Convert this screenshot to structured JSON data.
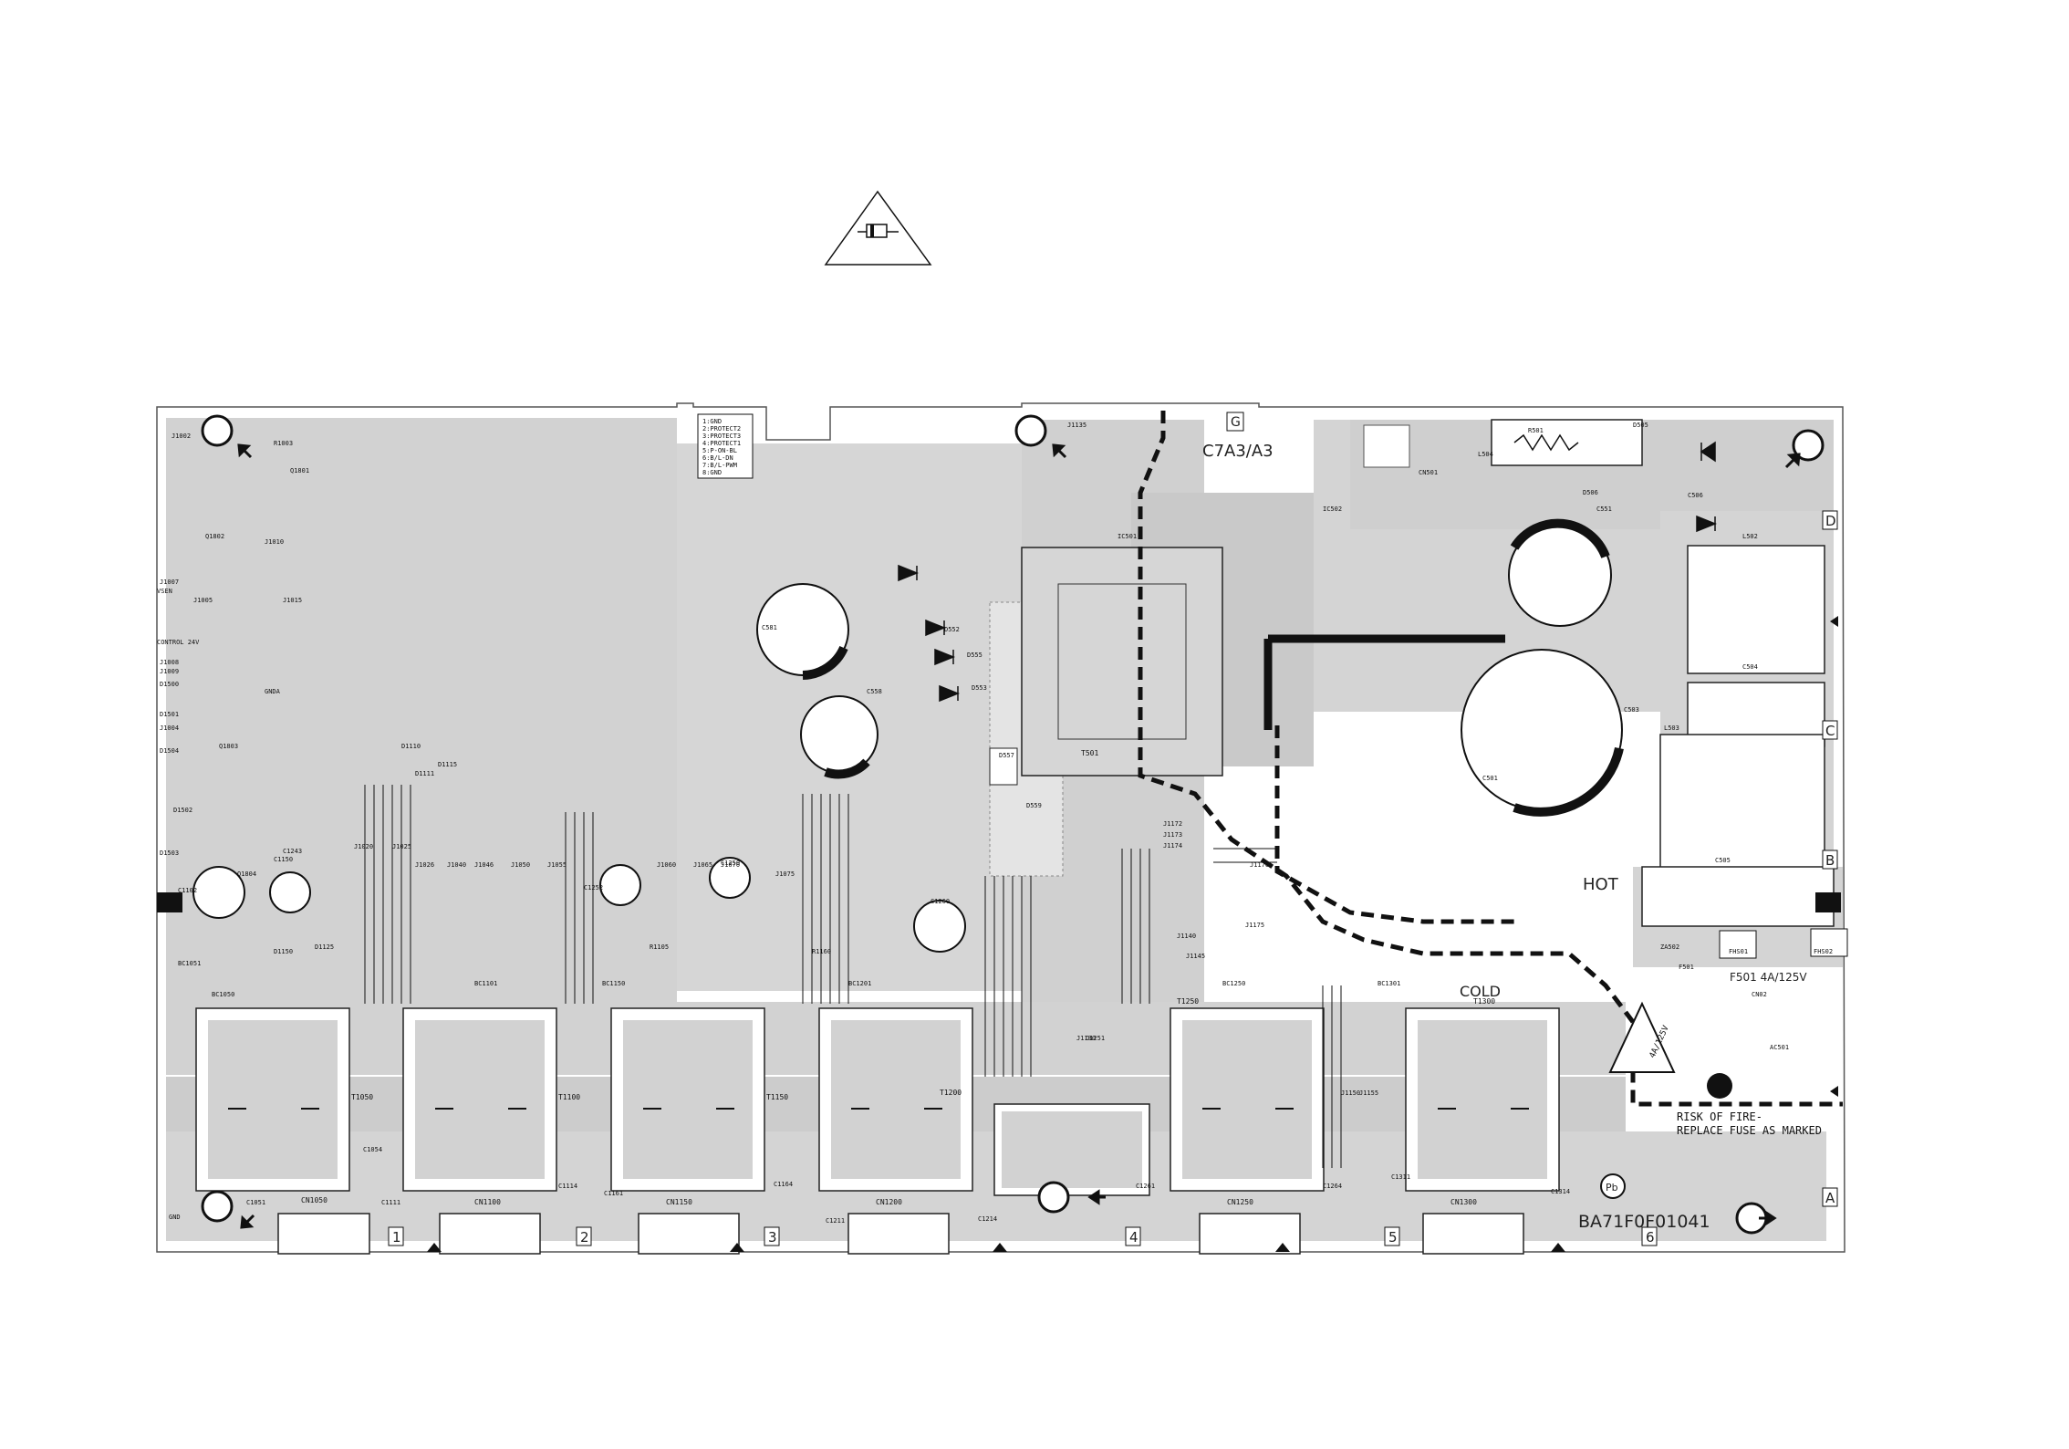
{
  "board": {
    "code": "C7A3/A3",
    "board_id": "BA71F0F01041",
    "section_letter": "G",
    "hot_label": "HOT",
    "cold_label": "COLD",
    "fuse_rating": "F501 4A/125V",
    "fuse_symbol_text": "4A/125V",
    "warning": [
      "RISK OF FIRE-",
      "REPLACE FUSE AS MARKED"
    ],
    "pb_mark": "Pb"
  },
  "protect_table": [
    "1:GND",
    "2:PROTECT2",
    "3:PROTECT3",
    "4:PROTECT1",
    "5:P-ON-BL",
    "6:B/L-DN",
    "7:B/L-PWM",
    "8:GND"
  ],
  "edge_numbers": [
    "1",
    "2",
    "3",
    "4",
    "5",
    "6"
  ],
  "edge_letters": [
    "D",
    "C",
    "B",
    "A"
  ],
  "transformers": [
    {
      "ref": "T1050",
      "connector": "CN1050"
    },
    {
      "ref": "T1100",
      "connector": "CN1100"
    },
    {
      "ref": "T1150",
      "connector": "CN1150"
    },
    {
      "ref": "T1200",
      "connector": "CN1200"
    },
    {
      "ref": "T1250",
      "connector": "CN1250"
    },
    {
      "ref": "T1300",
      "connector": "CN1300"
    }
  ],
  "center_transformer": "T1200",
  "psu_refs": [
    "T501",
    "C581",
    "C558",
    "C501",
    "C504",
    "C505",
    "L502",
    "L503",
    "L504",
    "R501",
    "D505",
    "D506",
    "D557",
    "D552",
    "D555",
    "D553",
    "D559",
    "IC501",
    "IC502",
    "CN501",
    "CN02",
    "FHS01",
    "FHS02",
    "AC501",
    "F501",
    "ZA502",
    "C506",
    "C551",
    "C503"
  ],
  "left_refs": [
    "J1002",
    "J1007",
    "J1005",
    "J1008",
    "J1009",
    "J1010",
    "J1015",
    "J1005",
    "J1004",
    "D1500",
    "D1501",
    "D1502",
    "D1503",
    "D1504",
    "R1003",
    "Q1801",
    "Q1802",
    "Q1803",
    "Q1804",
    "C1102",
    "C1150",
    "C1243",
    "BC1051",
    "BC1050",
    "D1150",
    "D1125",
    "GND",
    "VSEN",
    "CONTROL 24V",
    "GNDA"
  ],
  "mid_refs": [
    "J1020",
    "J1025",
    "J1026",
    "J1040",
    "J1046",
    "J1050",
    "J1055",
    "J1060",
    "J1065",
    "J1070",
    "J1075",
    "D1110",
    "D1111",
    "D1115",
    "R1105",
    "R1160",
    "C1252",
    "C1250",
    "C1260",
    "BC1101",
    "BC1150",
    "BC1201",
    "BC1250",
    "BC1301",
    "J1135",
    "J1140",
    "J1145",
    "J1150",
    "J1155",
    "J1172",
    "J1173",
    "J1174",
    "J1175",
    "J1176",
    "J1130",
    "D1251",
    "C1214",
    "C1261",
    "C1264",
    "C1311",
    "C1314",
    "C1161",
    "C1164",
    "C1111",
    "C1114",
    "C1051",
    "C1054",
    "C1211"
  ],
  "icon": "zener-diode-warning-icon",
  "colors": {
    "copper": "#d2d2d2",
    "ink": "#111111",
    "paper": "#ffffff"
  }
}
